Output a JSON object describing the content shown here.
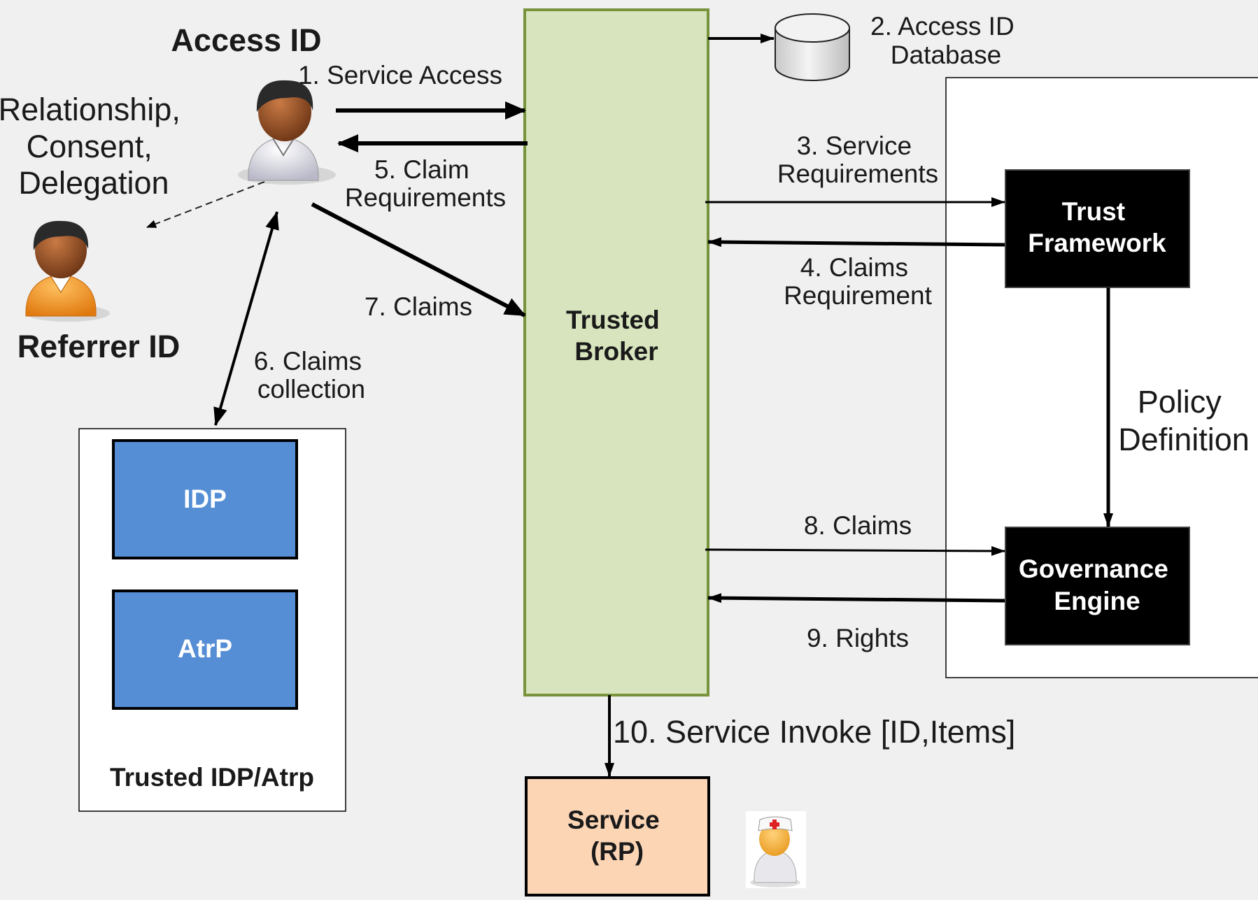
{
  "actors": {
    "access_id": "Access ID",
    "referrer_id": "Referrer ID",
    "relationship": [
      "Relationship,",
      "Consent,",
      "Delegation"
    ]
  },
  "boxes": {
    "trusted_broker": [
      "Trusted",
      "Broker"
    ],
    "trust_framework": [
      "Trust",
      "Framework"
    ],
    "governance_engine": [
      "Governance",
      "Engine"
    ],
    "idp": "IDP",
    "atrp": "AtrP",
    "trusted_idp_atrp": "Trusted IDP/Atrp",
    "service_rp": [
      "Service",
      "(RP)"
    ],
    "access_id_database": [
      "2. Access ID",
      "Database"
    ]
  },
  "steps": {
    "s1": "1. Service Access",
    "s3": [
      "3. Service",
      "Requirements"
    ],
    "s4": [
      "4. Claims",
      "Requirement"
    ],
    "s5": [
      "5. Claim",
      "Requirements"
    ],
    "s6": [
      "6. Claims",
      "collection"
    ],
    "s7": "7. Claims",
    "s8": "8. Claims",
    "s9": "9. Rights",
    "s10": "10. Service Invoke [ID,Items]",
    "policy": [
      "Policy",
      "Definition"
    ]
  },
  "colors": {
    "background": "#f0f0f0",
    "broker_fill": "#d7e4bd",
    "broker_stroke": "#77933c",
    "box_blue": "#558ed5",
    "box_black": "#000000",
    "service_fill": "#fcd5b5",
    "person_skin": "#8b4a22",
    "referrer_shirt": "#f59a23"
  }
}
